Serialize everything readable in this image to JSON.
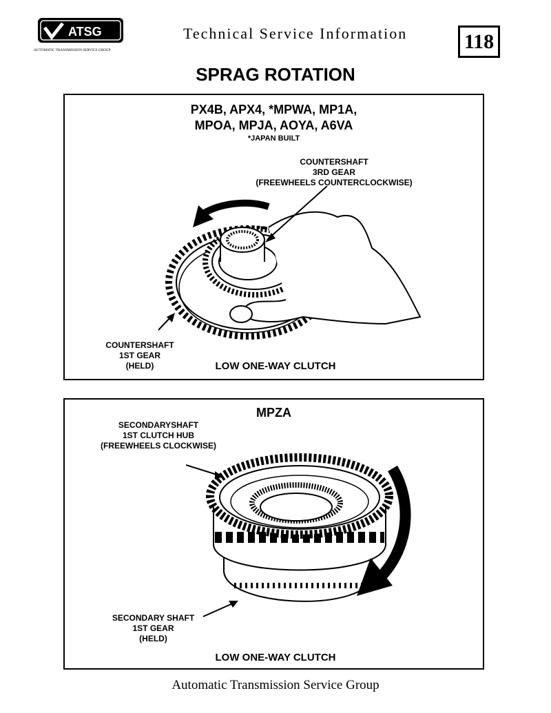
{
  "header": {
    "logo_text": "ATSG",
    "logo_ring_text": "AUTOMATIC TRANSMISSION SERVICE GROUP",
    "title": "Technical Service Information",
    "page_number": "118"
  },
  "main_title": "SPRAG ROTATION",
  "panel1": {
    "title_line1": "PX4B, APX4, *MPWA, MP1A,",
    "title_line2": "MPOA, MPJA, AOYA, A6VA",
    "note": "*JAPAN BUILT",
    "label_top": [
      "COUNTERSHAFT",
      "3RD GEAR",
      "(FREEWHEELS COUNTERCLOCKWISE)"
    ],
    "label_bottom": [
      "COUNTERSHAFT",
      "1ST GEAR",
      "(HELD)"
    ],
    "caption": "LOW ONE-WAY CLUTCH"
  },
  "panel2": {
    "title": "MPZA",
    "label_top": [
      "SECONDARYSHAFT",
      "1ST CLUTCH HUB",
      "(FREEWHEELS CLOCKWISE)"
    ],
    "label_bottom": [
      "SECONDARY SHAFT",
      "1ST GEAR",
      "(HELD)"
    ],
    "caption": "LOW ONE-WAY CLUTCH"
  },
  "footer": "Automatic Transmission Service Group"
}
